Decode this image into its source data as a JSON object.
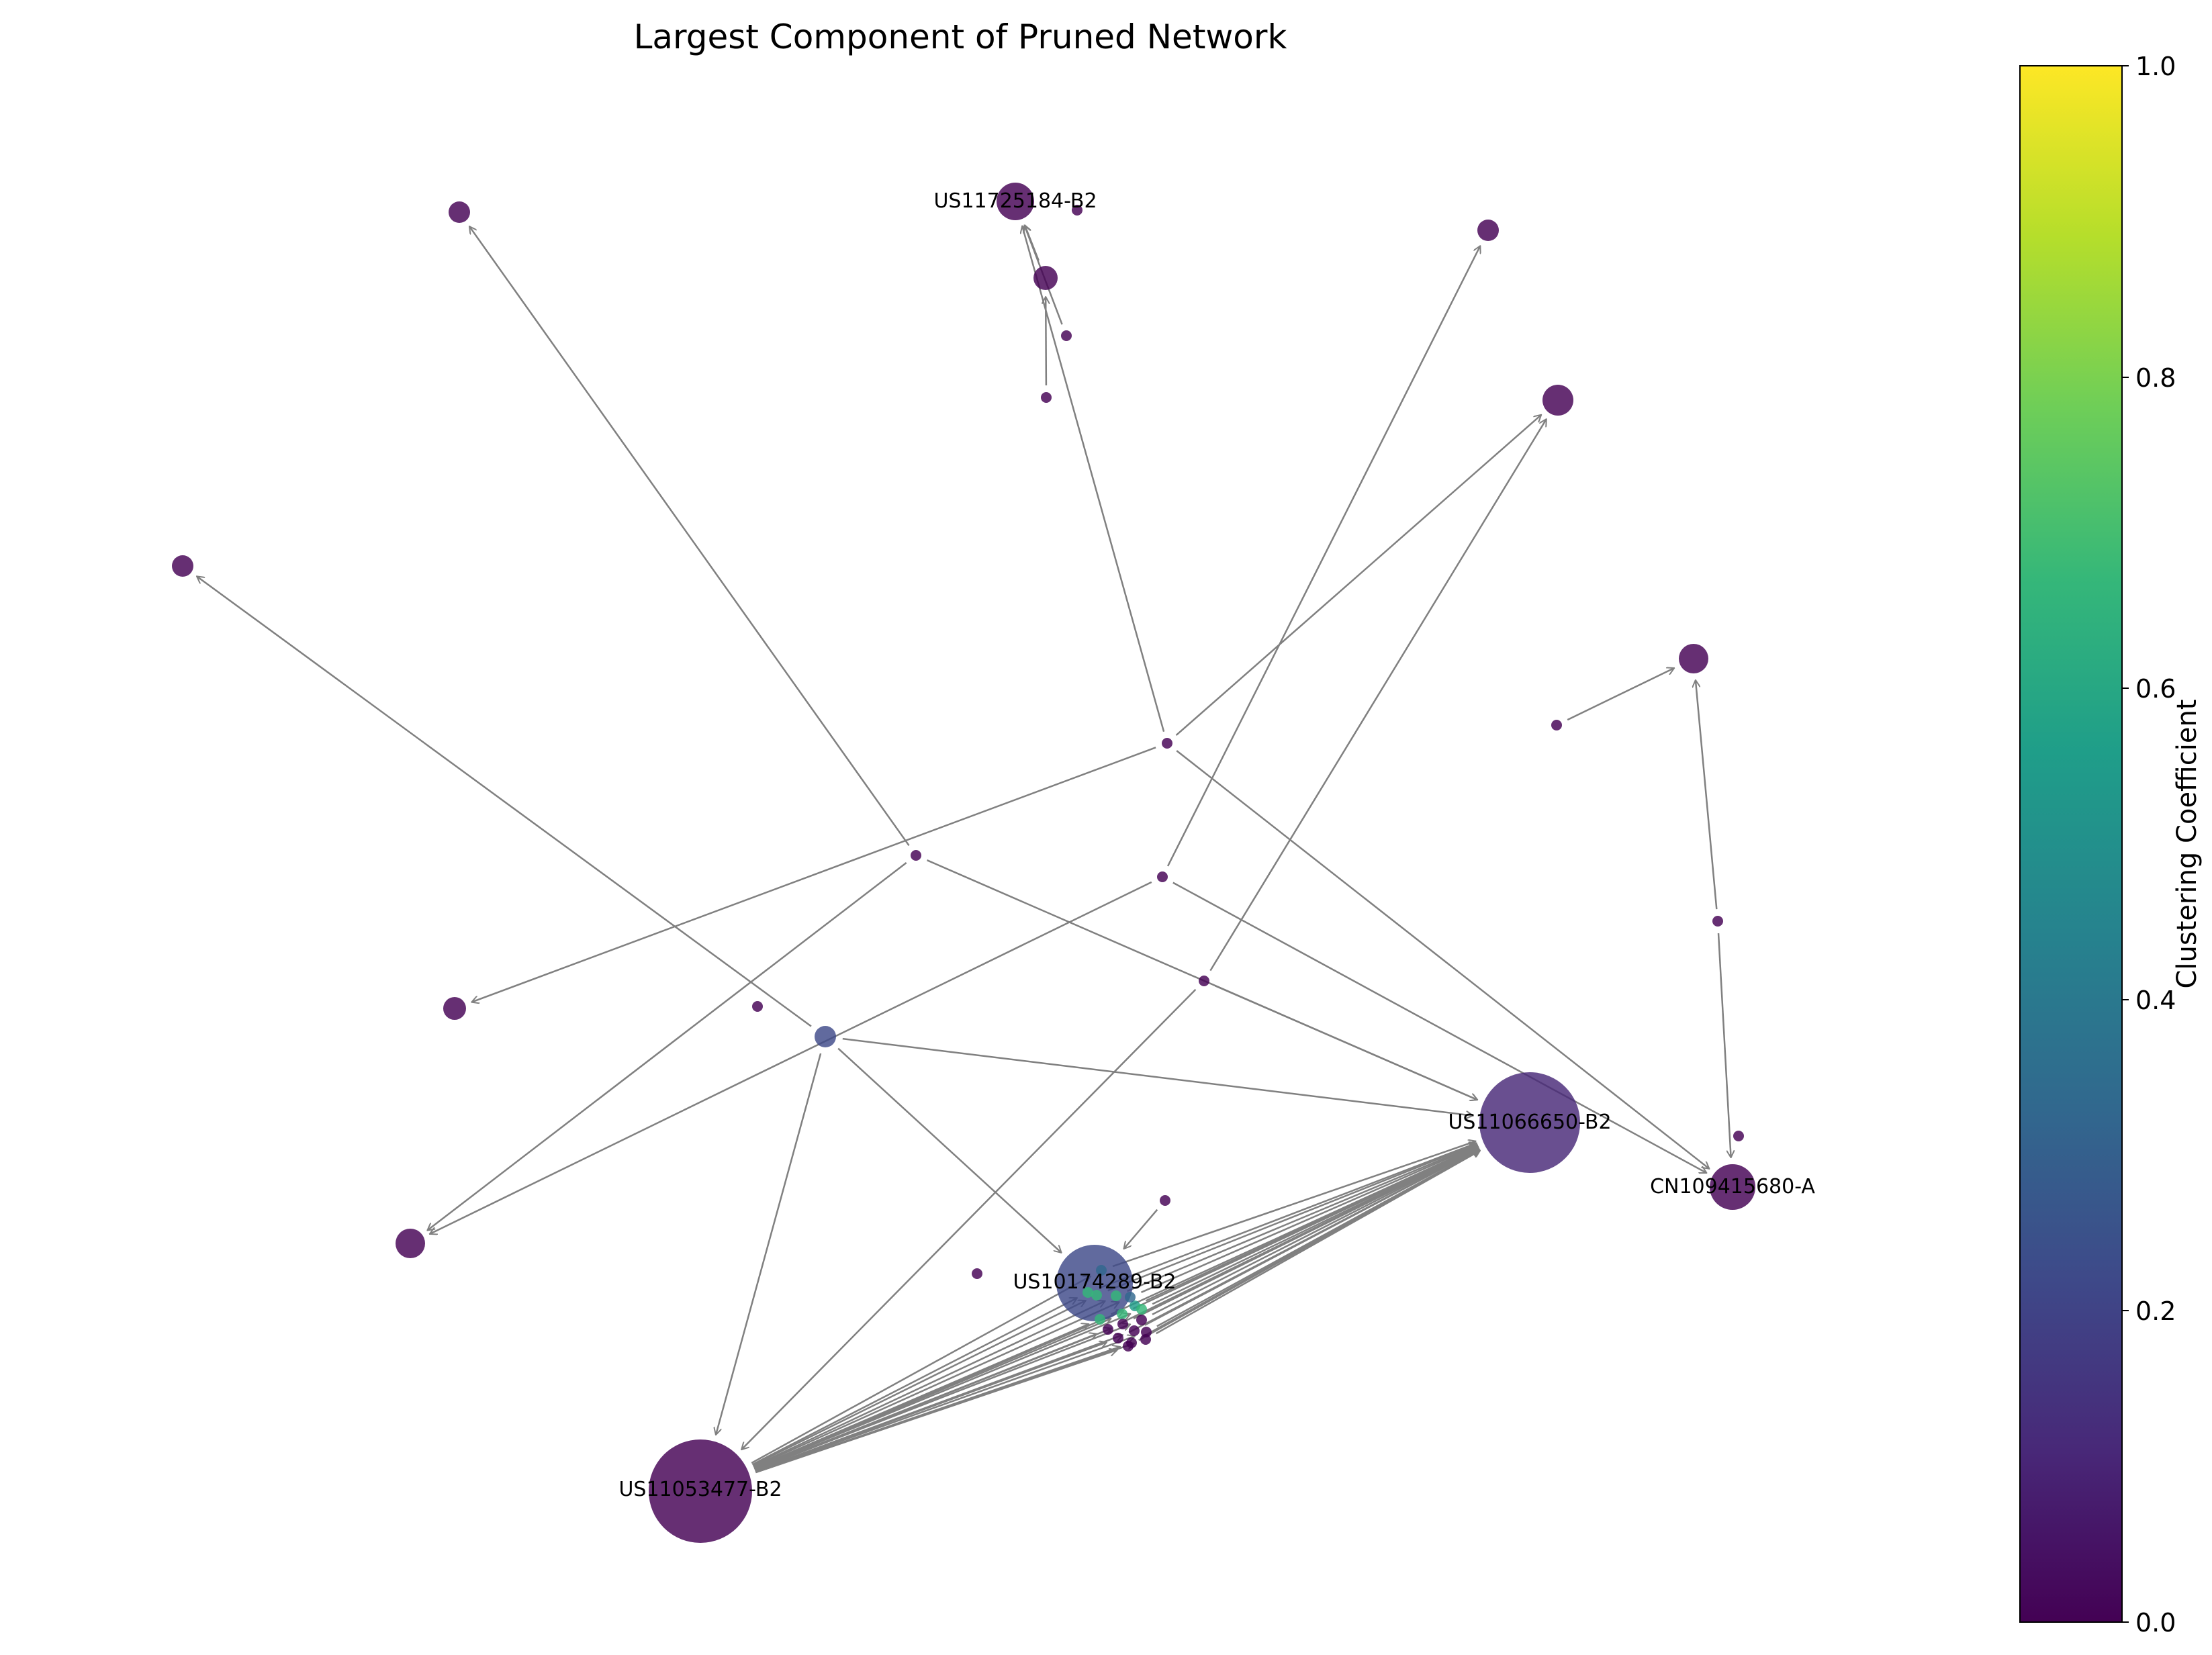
{
  "title": "Largest Component of Pruned Network",
  "colorbar": {
    "label": "Clustering Coefficient",
    "min": 0.0,
    "max": 1.0,
    "ticks": [
      "0.0",
      "0.2",
      "0.4",
      "0.6",
      "0.8",
      "1.0"
    ],
    "colormap": [
      "#440154",
      "#482878",
      "#3e4989",
      "#31688e",
      "#26828e",
      "#1f9e89",
      "#35b779",
      "#6ece58",
      "#b5de2b",
      "#fde725"
    ]
  },
  "colors": {
    "edge": "#808080"
  },
  "node_labels": {
    "US11725184-B2": "US11725184-B2",
    "US11066650-B2": "US11066650-B2",
    "CN109415680-A": "CN109415680-A",
    "US10174289-B2": "US10174289-B2",
    "US11053477-B2": "US11053477-B2"
  }
}
